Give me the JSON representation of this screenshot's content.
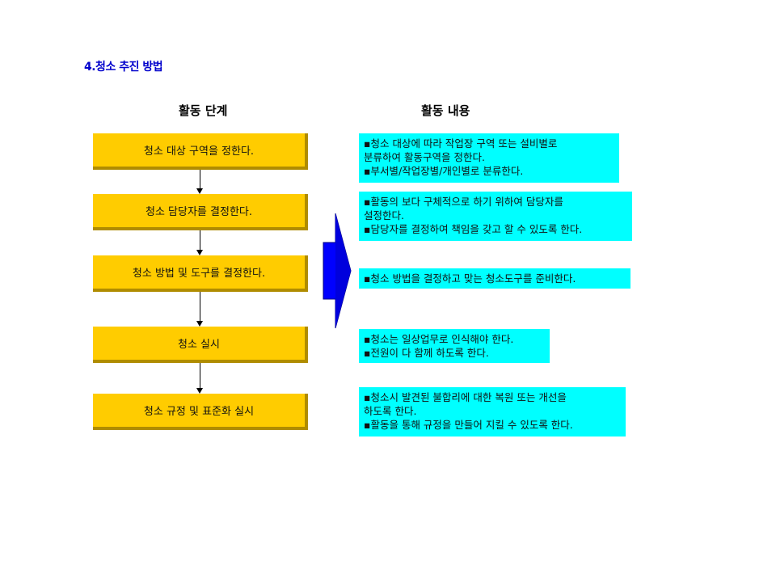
{
  "title": "4.청소 추진 방법",
  "headers": {
    "steps": "활동 단계",
    "contents": "활동 내용"
  },
  "steps": [
    "청소 대상 구역을 정한다.",
    "청소 담당자를 결정한다.",
    "청소 방법 및 도구를 결정한다.",
    "청소 실시",
    "청소 규정 및 표준화 실시"
  ],
  "notes": [
    [
      "▪청소 대상에 따라 작업장 구역 또는 설비별로",
      "분류하여 활동구역을 정한다.",
      "▪부서별/작업장별/개인별로 분류한다."
    ],
    [
      "▪활동의 보다 구체적으로 하기 위하여 담당자를",
      "설정한다.",
      "▪담당자를 결정하여 책임을 갖고 할 수 있도록 한다."
    ],
    [
      "▪청소 방법을 결정하고 맞는 청소도구를 준비한다."
    ],
    [
      "▪청소는 일상업무로 인식해야 한다.",
      "▪전원이 다 함께 하도록 한다."
    ],
    [
      "▪청소시 발견된 불합리에 대한 복원 또는 개선을",
      "하도록 한다.",
      "▪활동을 통해 규정을 만들어 지킬 수 있도록 한다."
    ]
  ],
  "colors": {
    "step_fill": "#ffcc00",
    "note_fill": "#00ffff",
    "arrow_fill": "#0000ff",
    "title": "#0000cc"
  }
}
